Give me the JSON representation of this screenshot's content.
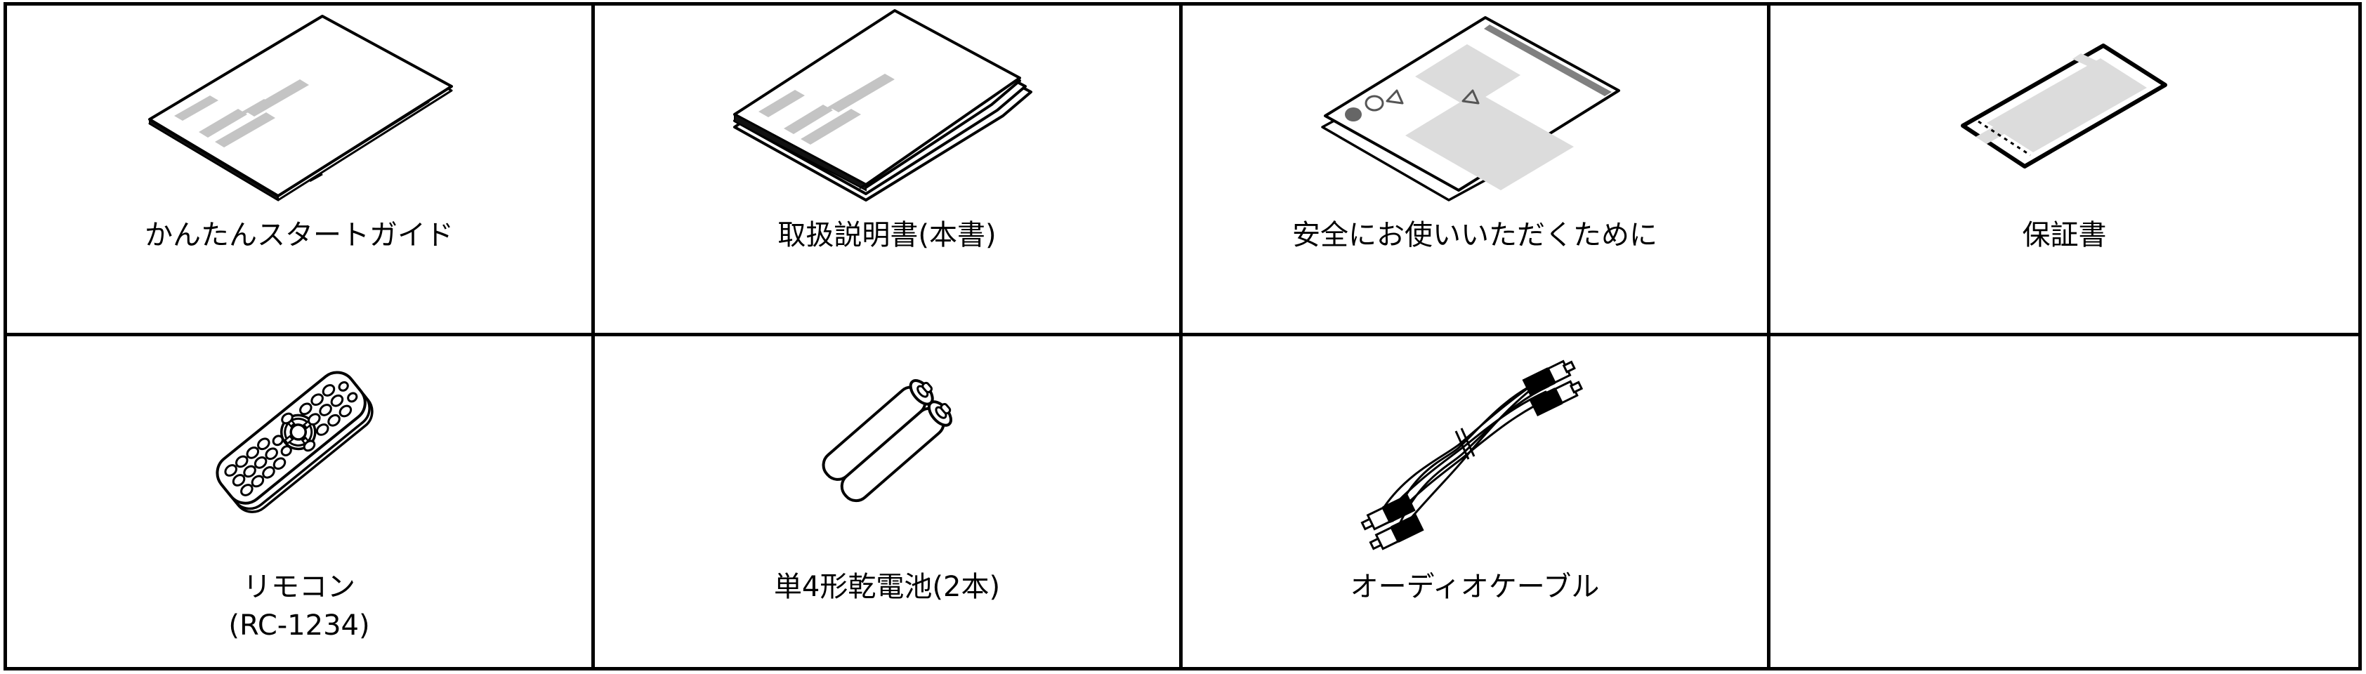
{
  "layout": {
    "columns": 4,
    "rows": 2,
    "border_color": "#000000",
    "background_color": "#ffffff",
    "ink_color": "#000000",
    "shade_light": "#d9d9d9",
    "shade_mid": "#c4c4c4",
    "shade_dark": "#808080"
  },
  "cells": [
    {
      "id": "quick-start-guide",
      "icon": "booklet-single-sheet-icon",
      "caption": "かんたんスタートガイド",
      "row": 1,
      "column": 1
    },
    {
      "id": "owners-manual",
      "icon": "booklet-multi-page-icon",
      "caption": "取扱説明書(本書)",
      "row": 1,
      "column": 2
    },
    {
      "id": "safety-instructions",
      "icon": "safety-sheets-icon",
      "caption": "安全にお使いいただくために",
      "row": 1,
      "column": 3
    },
    {
      "id": "warranty-card",
      "icon": "warranty-card-icon",
      "caption": "保証書",
      "row": 1,
      "column": 4
    },
    {
      "id": "remote-control",
      "icon": "remote-control-icon",
      "caption": "リモコン\n(RC-1234)",
      "caption_line1": "リモコン",
      "caption_line2": "(RC-1234)",
      "row": 2,
      "column": 1
    },
    {
      "id": "aaa-batteries",
      "icon": "aaa-battery-pair-icon",
      "caption": "単4形乾電池(2本)",
      "row": 2,
      "column": 2
    },
    {
      "id": "audio-cable",
      "icon": "rca-audio-cable-icon",
      "caption": "オーディオケーブル",
      "row": 2,
      "column": 3
    },
    {
      "id": "empty-cell",
      "icon": "",
      "caption": "",
      "row": 2,
      "column": 4
    }
  ]
}
